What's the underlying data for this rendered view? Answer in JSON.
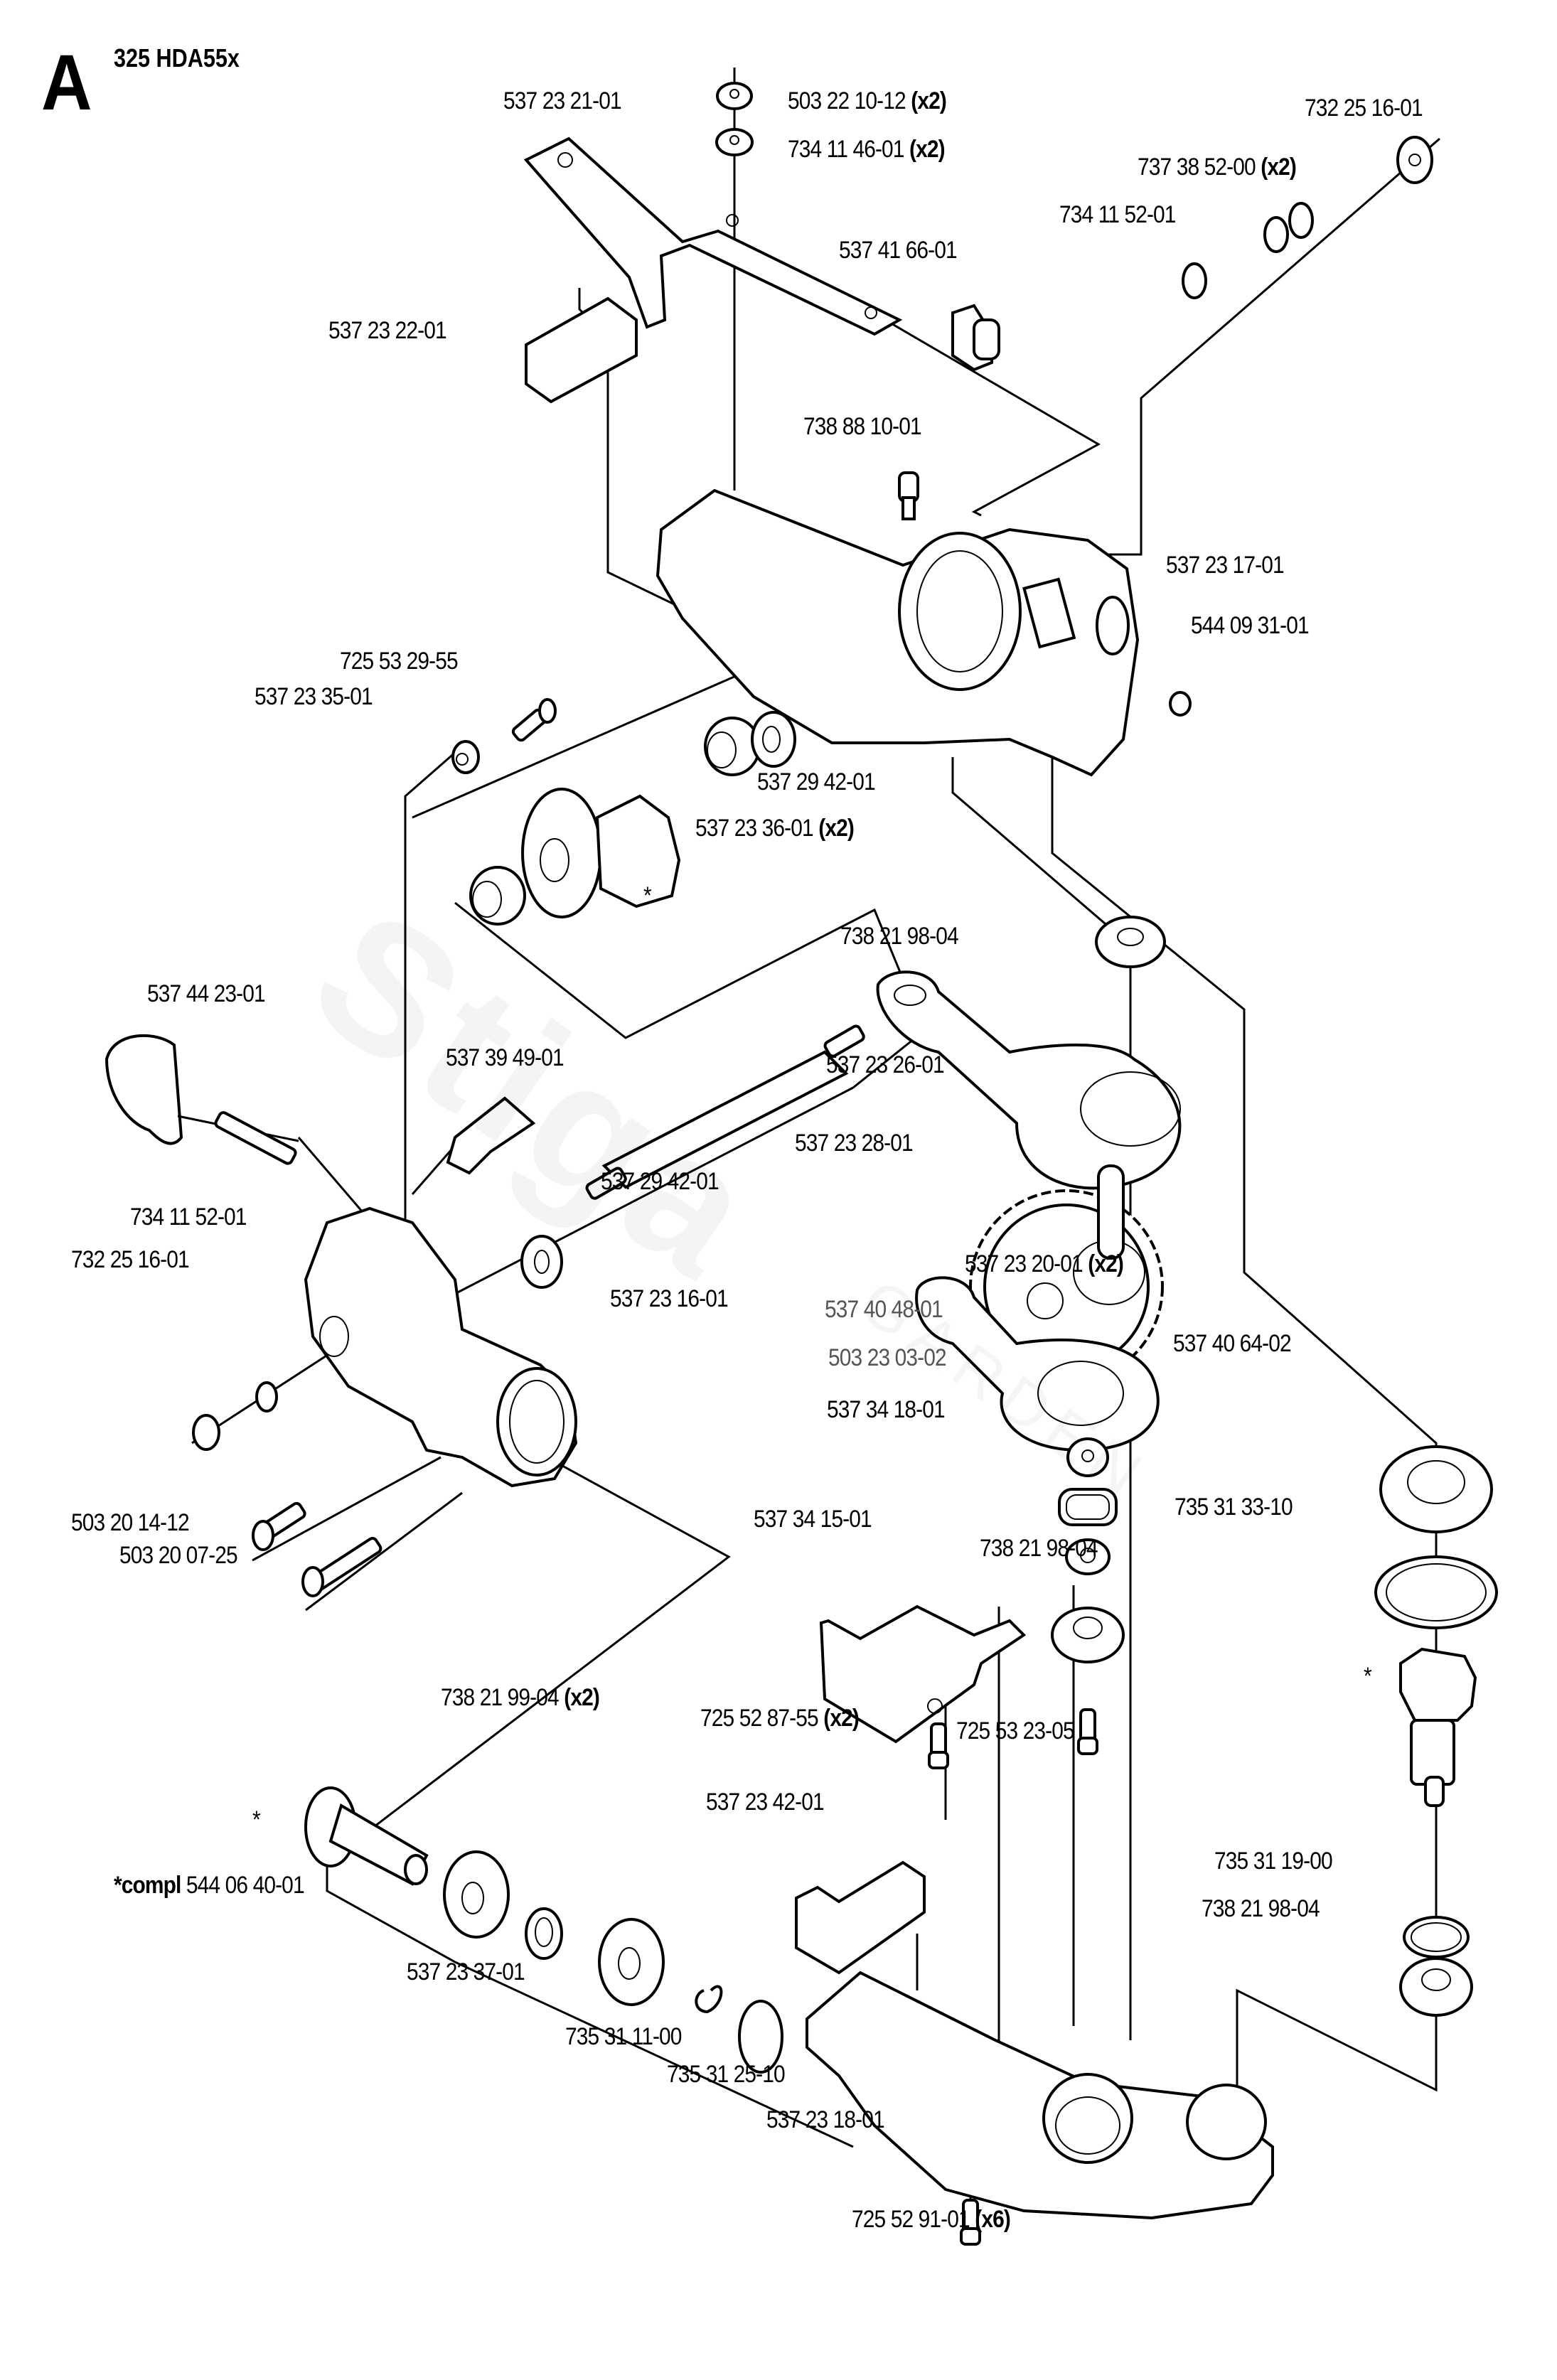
{
  "header": {
    "section_letter": "A",
    "model": "325 HDA55x"
  },
  "watermark": {
    "brand": "Stiga",
    "sub": "GARDEN"
  },
  "labels": [
    {
      "id": "537-23-21-01",
      "part": "537 23 21-01",
      "qty": ""
    },
    {
      "id": "503-22-10-12",
      "part": "503 22 10-12",
      "qty": "(x2)"
    },
    {
      "id": "734-11-46-01",
      "part": "734 11 46-01",
      "qty": "(x2)"
    },
    {
      "id": "732-25-16-01-top",
      "part": "732 25 16-01",
      "qty": ""
    },
    {
      "id": "737-38-52-00",
      "part": "737 38 52-00",
      "qty": "(x2)"
    },
    {
      "id": "734-11-52-01-top",
      "part": "734 11 52-01",
      "qty": ""
    },
    {
      "id": "537-41-66-01",
      "part": "537 41 66-01",
      "qty": ""
    },
    {
      "id": "537-23-22-01",
      "part": "537 23 22-01",
      "qty": ""
    },
    {
      "id": "738-88-10-01",
      "part": "738 88 10-01",
      "qty": ""
    },
    {
      "id": "537-23-17-01",
      "part": "537 23 17-01",
      "qty": ""
    },
    {
      "id": "544-09-31-01",
      "part": "544 09 31-01",
      "qty": ""
    },
    {
      "id": "725-53-29-55",
      "part": "725 53 29-55",
      "qty": ""
    },
    {
      "id": "537-23-35-01",
      "part": "537 23 35-01",
      "qty": ""
    },
    {
      "id": "537-29-42-01-top",
      "part": "537 29 42-01",
      "qty": ""
    },
    {
      "id": "537-23-36-01",
      "part": "537 23 36-01",
      "qty": "(x2)"
    },
    {
      "id": "738-21-98-04-a",
      "part": "738 21 98-04",
      "qty": ""
    },
    {
      "id": "537-44-23-01",
      "part": "537 44 23-01",
      "qty": ""
    },
    {
      "id": "537-39-49-01",
      "part": "537 39 49-01",
      "qty": ""
    },
    {
      "id": "537-23-26-01",
      "part": "537 23 26-01",
      "qty": ""
    },
    {
      "id": "537-23-28-01",
      "part": "537 23 28-01",
      "qty": ""
    },
    {
      "id": "537-29-42-01-mid",
      "part": "537 29 42-01",
      "qty": ""
    },
    {
      "id": "734-11-52-01-left",
      "part": "734 11 52-01",
      "qty": ""
    },
    {
      "id": "732-25-16-01-left",
      "part": "732 25 16-01",
      "qty": ""
    },
    {
      "id": "537-23-20-01",
      "part": "537 23 20-01",
      "qty": "(x2)"
    },
    {
      "id": "537-23-16-01",
      "part": "537 23 16-01",
      "qty": ""
    },
    {
      "id": "537-40-48-01",
      "part": "537 40 48-01",
      "qty": ""
    },
    {
      "id": "503-23-03-02",
      "part": "503 23 03-02",
      "qty": ""
    },
    {
      "id": "537-40-64-02",
      "part": "537 40 64-02",
      "qty": ""
    },
    {
      "id": "503-20-14-12",
      "part": "503 20 14-12",
      "qty": ""
    },
    {
      "id": "503-20-07-25",
      "part": "503 20 07-25",
      "qty": ""
    },
    {
      "id": "537-34-18-01",
      "part": "537 34 18-01",
      "qty": ""
    },
    {
      "id": "537-34-15-01",
      "part": "537 34 15-01",
      "qty": ""
    },
    {
      "id": "735-31-33-10",
      "part": "735 31 33-10",
      "qty": ""
    },
    {
      "id": "738-21-98-04-b",
      "part": "738 21 98-04",
      "qty": ""
    },
    {
      "id": "738-21-99-04",
      "part": "738 21 99-04",
      "qty": "(x2)"
    },
    {
      "id": "725-52-87-55",
      "part": "725 52 87-55",
      "qty": "(x2)"
    },
    {
      "id": "725-53-23-05",
      "part": "725 53 23-05",
      "qty": ""
    },
    {
      "id": "537-23-42-01",
      "part": "537 23 42-01",
      "qty": ""
    },
    {
      "id": "735-31-19-00",
      "part": "735 31 19-00",
      "qty": ""
    },
    {
      "id": "537-23-37-01",
      "part": "537 23 37-01",
      "qty": ""
    },
    {
      "id": "738-21-98-04-c",
      "part": "738 21 98-04",
      "qty": ""
    },
    {
      "id": "735-31-11-00",
      "part": "735 31 11-00",
      "qty": ""
    },
    {
      "id": "735-31-25-10",
      "part": "735 31 25-10",
      "qty": ""
    },
    {
      "id": "537-23-18-01",
      "part": "537 23 18-01",
      "qty": ""
    },
    {
      "id": "725-52-91-01",
      "part": "725 52 91-01",
      "qty": "(x6)"
    }
  ],
  "kit_note": {
    "prefix": "*compl",
    "part": "544 06 40-01",
    "marker": "*"
  }
}
